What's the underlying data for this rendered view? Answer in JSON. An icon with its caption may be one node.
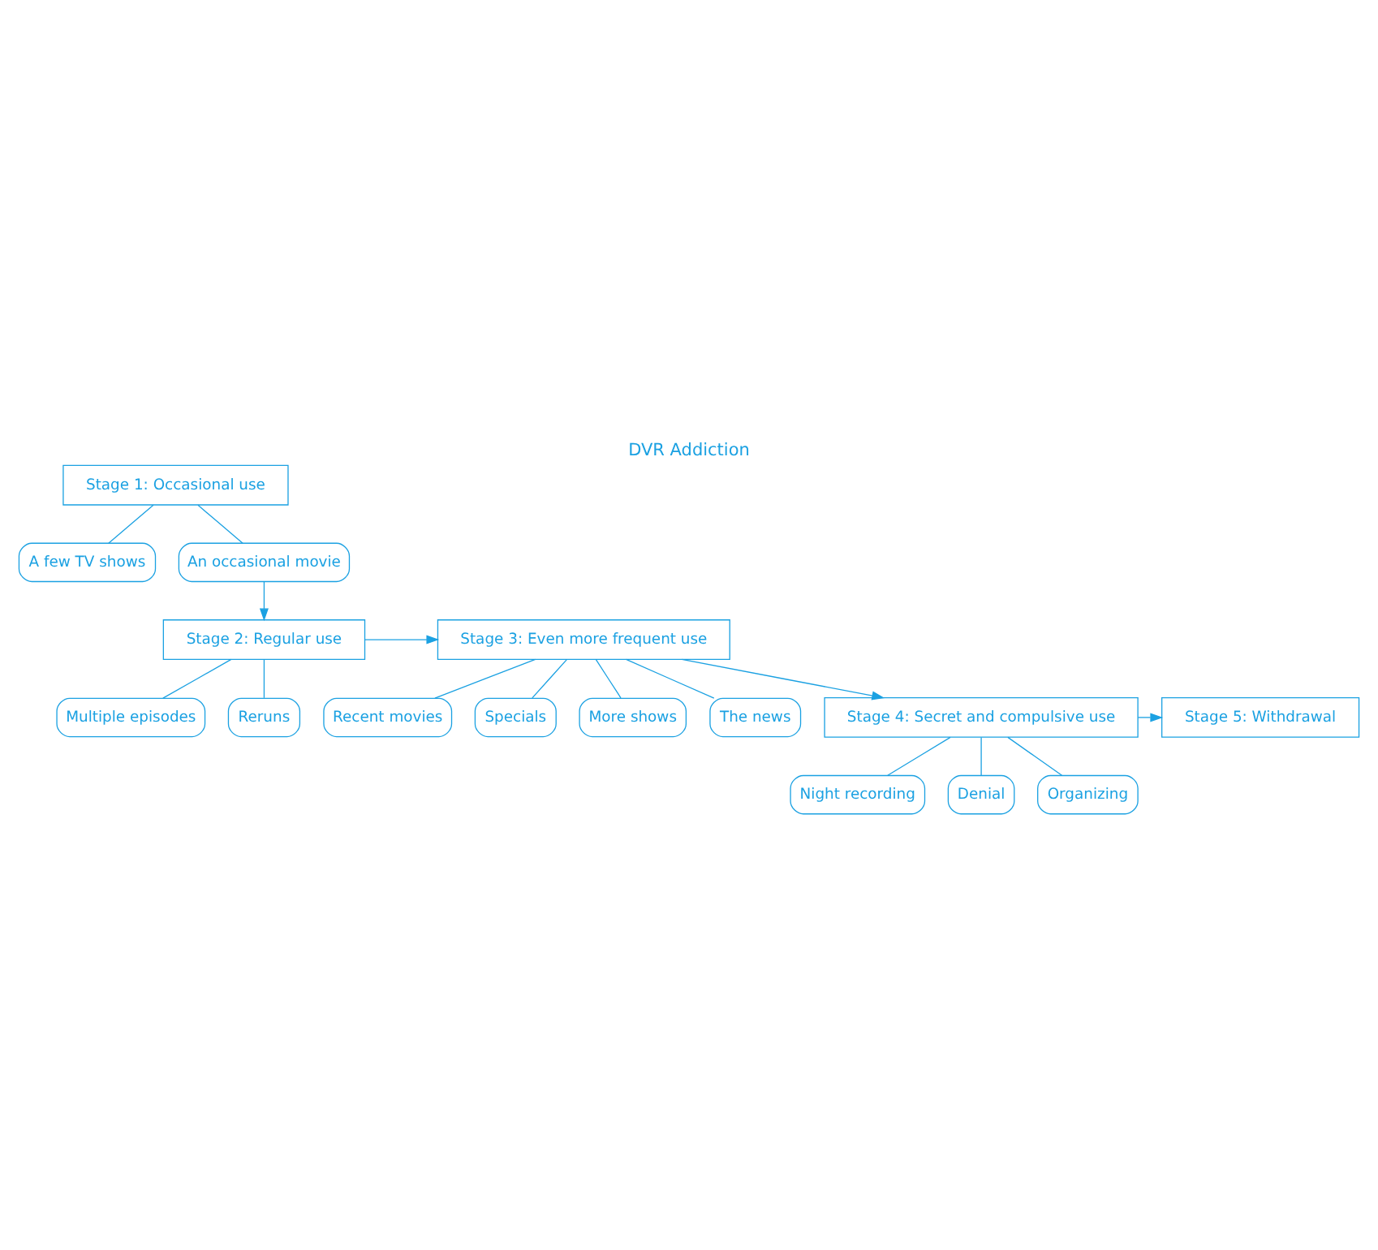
{
  "diagram": {
    "title": "DVR Addiction",
    "nodes": [
      {
        "text": [
          "Stage 1: Occasional use"
        ]
      },
      {
        "text": [
          "A few TV shows"
        ]
      },
      {
        "text": [
          "An occasional movie"
        ]
      },
      {
        "text": [
          "Stage 2: Regular use"
        ]
      },
      {
        "text": [
          "Multiple episodes"
        ]
      },
      {
        "text": [
          "Reruns"
        ]
      },
      {
        "text": [
          "Stage 3: Even more frequent use"
        ]
      },
      {
        "text": [
          "Recent movies"
        ]
      },
      {
        "text": [
          "Specials"
        ]
      },
      {
        "text": [
          "More shows"
        ]
      },
      {
        "text": [
          "The news"
        ]
      },
      {
        "text": [
          "Stage 4: Secret and compulsive use"
        ]
      },
      {
        "text": [
          "Night recording"
        ]
      },
      {
        "text": [
          "Denial"
        ]
      },
      {
        "text": [
          "Organizing"
        ]
      },
      {
        "text": [
          "Stage 5: Withdrawal"
        ]
      }
    ],
    "edges": [
      {
        "from": 0,
        "to": 1,
        "arrow": "none"
      },
      {
        "from": 0,
        "to": 2,
        "arrow": "none"
      },
      {
        "from": 2,
        "to": 3,
        "arrow": "to"
      },
      {
        "from": 3,
        "to": 4,
        "arrow": "none"
      },
      {
        "from": 3,
        "to": 5,
        "arrow": "none"
      },
      {
        "from": 3,
        "to": 6,
        "arrow": "to"
      },
      {
        "from": 6,
        "to": 7,
        "arrow": "none"
      },
      {
        "from": 6,
        "to": 8,
        "arrow": "none"
      },
      {
        "from": 6,
        "to": 9,
        "arrow": "none"
      },
      {
        "from": 6,
        "to": 10,
        "arrow": "none"
      },
      {
        "from": 6,
        "to": 11,
        "arrow": "to"
      },
      {
        "from": 11,
        "to": 12,
        "arrow": "none"
      },
      {
        "from": 11,
        "to": 13,
        "arrow": "none"
      },
      {
        "from": 11,
        "to": 14,
        "arrow": "none"
      },
      {
        "from": 11,
        "to": 15,
        "arrow": "to"
      }
    ]
  }
}
